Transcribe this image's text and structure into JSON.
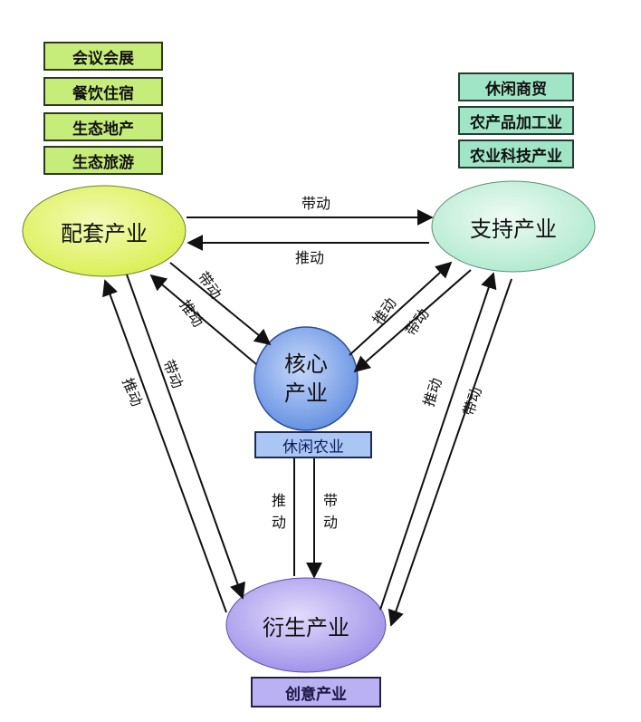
{
  "left_tags": [
    "会议会展",
    "餐饮住宿",
    "生态地产",
    "生态旅游"
  ],
  "right_tags": [
    "休闲商贸",
    "农产品加工业",
    "农业科技产业"
  ],
  "nodes": {
    "supporting_left": "配套产业",
    "support_right": "支持产业",
    "core_line1": "核心",
    "core_line2": "产业",
    "derivative": "衍生产业"
  },
  "core_label": "休闲农业",
  "derivative_label": "创意产业",
  "edge_labels": {
    "drive": "带动",
    "push": "推动",
    "drive_ch1": "带",
    "drive_ch2": "动",
    "push_ch1": "推",
    "push_ch2": "动"
  },
  "colors": {
    "left_ellipse": "#e4f57a",
    "right_ellipse": "#c8f0de",
    "core_circle": "#7fa6ea",
    "bottom_ellipse": "#b4a8f0"
  }
}
